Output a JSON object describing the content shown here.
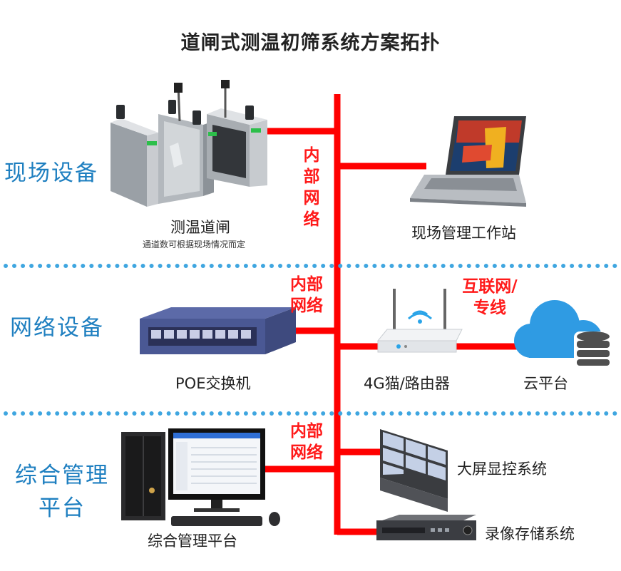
{
  "title": "道闸式测温初筛系统方案拓扑",
  "zones": {
    "field": "现场设备",
    "network": "网络设备",
    "platform_line1": "综合管理",
    "platform_line2": "平台"
  },
  "network_labels": {
    "internal_1": [
      "内",
      "部",
      "网",
      "络"
    ],
    "internal_2": [
      "内部",
      "网络"
    ],
    "internal_3": [
      "内部",
      "网络"
    ],
    "internet": [
      "互联网/",
      "专线"
    ]
  },
  "devices": {
    "gate": "测温道闸",
    "gate_note": "通道数可根据现场情况而定",
    "workstation": "现场管理工作站",
    "poe_switch": "POE交换机",
    "router": "4G猫/路由器",
    "cloud": "云平台",
    "platform": "综合管理平台",
    "video_wall": "大屏显控系统",
    "recorder": "录像存储系统"
  },
  "colors": {
    "link": "#ff0000",
    "zone_text": "#1e7fc0",
    "divider": "#3fa6e0",
    "cloud": "#2f9be3"
  }
}
